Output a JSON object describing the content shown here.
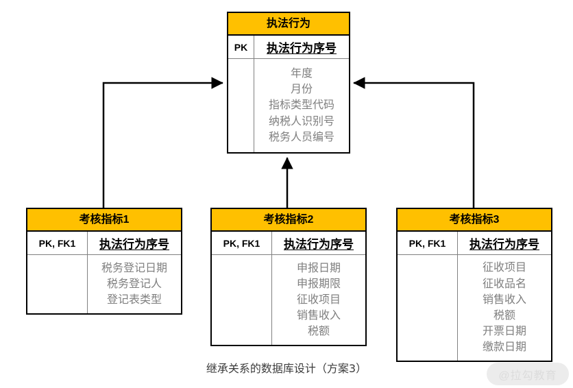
{
  "diagram": {
    "caption": "继承关系的数据库设计（方案3）",
    "watermark": "@拉勾教育",
    "accent_color": "#FFC000",
    "attribute_color": "#7F7F7F",
    "border_color": "#000000"
  },
  "parent": {
    "title": "执法行为",
    "key_label": "PK",
    "key_field": "执法行为序号",
    "attributes": [
      "年度",
      "月份",
      "指标类型代码",
      "纳税人识别号",
      "税务人员编号"
    ]
  },
  "children": [
    {
      "title": "考核指标1",
      "key_label": "PK, FK1",
      "key_field": "执法行为序号",
      "attributes": [
        "税务登记日期",
        "税务登记人",
        "登记表类型"
      ]
    },
    {
      "title": "考核指标2",
      "key_label": "PK, FK1",
      "key_field": "执法行为序号",
      "attributes": [
        "申报日期",
        "申报期限",
        "征收项目",
        "销售收入",
        "税额"
      ]
    },
    {
      "title": "考核指标3",
      "key_label": "PK, FK1",
      "key_field": "执法行为序号",
      "attributes": [
        "征收项目",
        "征收品名",
        "销售收入",
        "税额",
        "开票日期",
        "缴款日期"
      ]
    }
  ],
  "relationships": [
    {
      "name": "考核指标1-继承-执法行为",
      "from": "考核指标1",
      "to": "执法行为",
      "type": "inheritance"
    },
    {
      "name": "考核指标2-继承-执法行为",
      "from": "考核指标2",
      "to": "执法行为",
      "type": "inheritance"
    },
    {
      "name": "考核指标3-继承-执法行为",
      "from": "考核指标3",
      "to": "执法行为",
      "type": "inheritance"
    }
  ]
}
